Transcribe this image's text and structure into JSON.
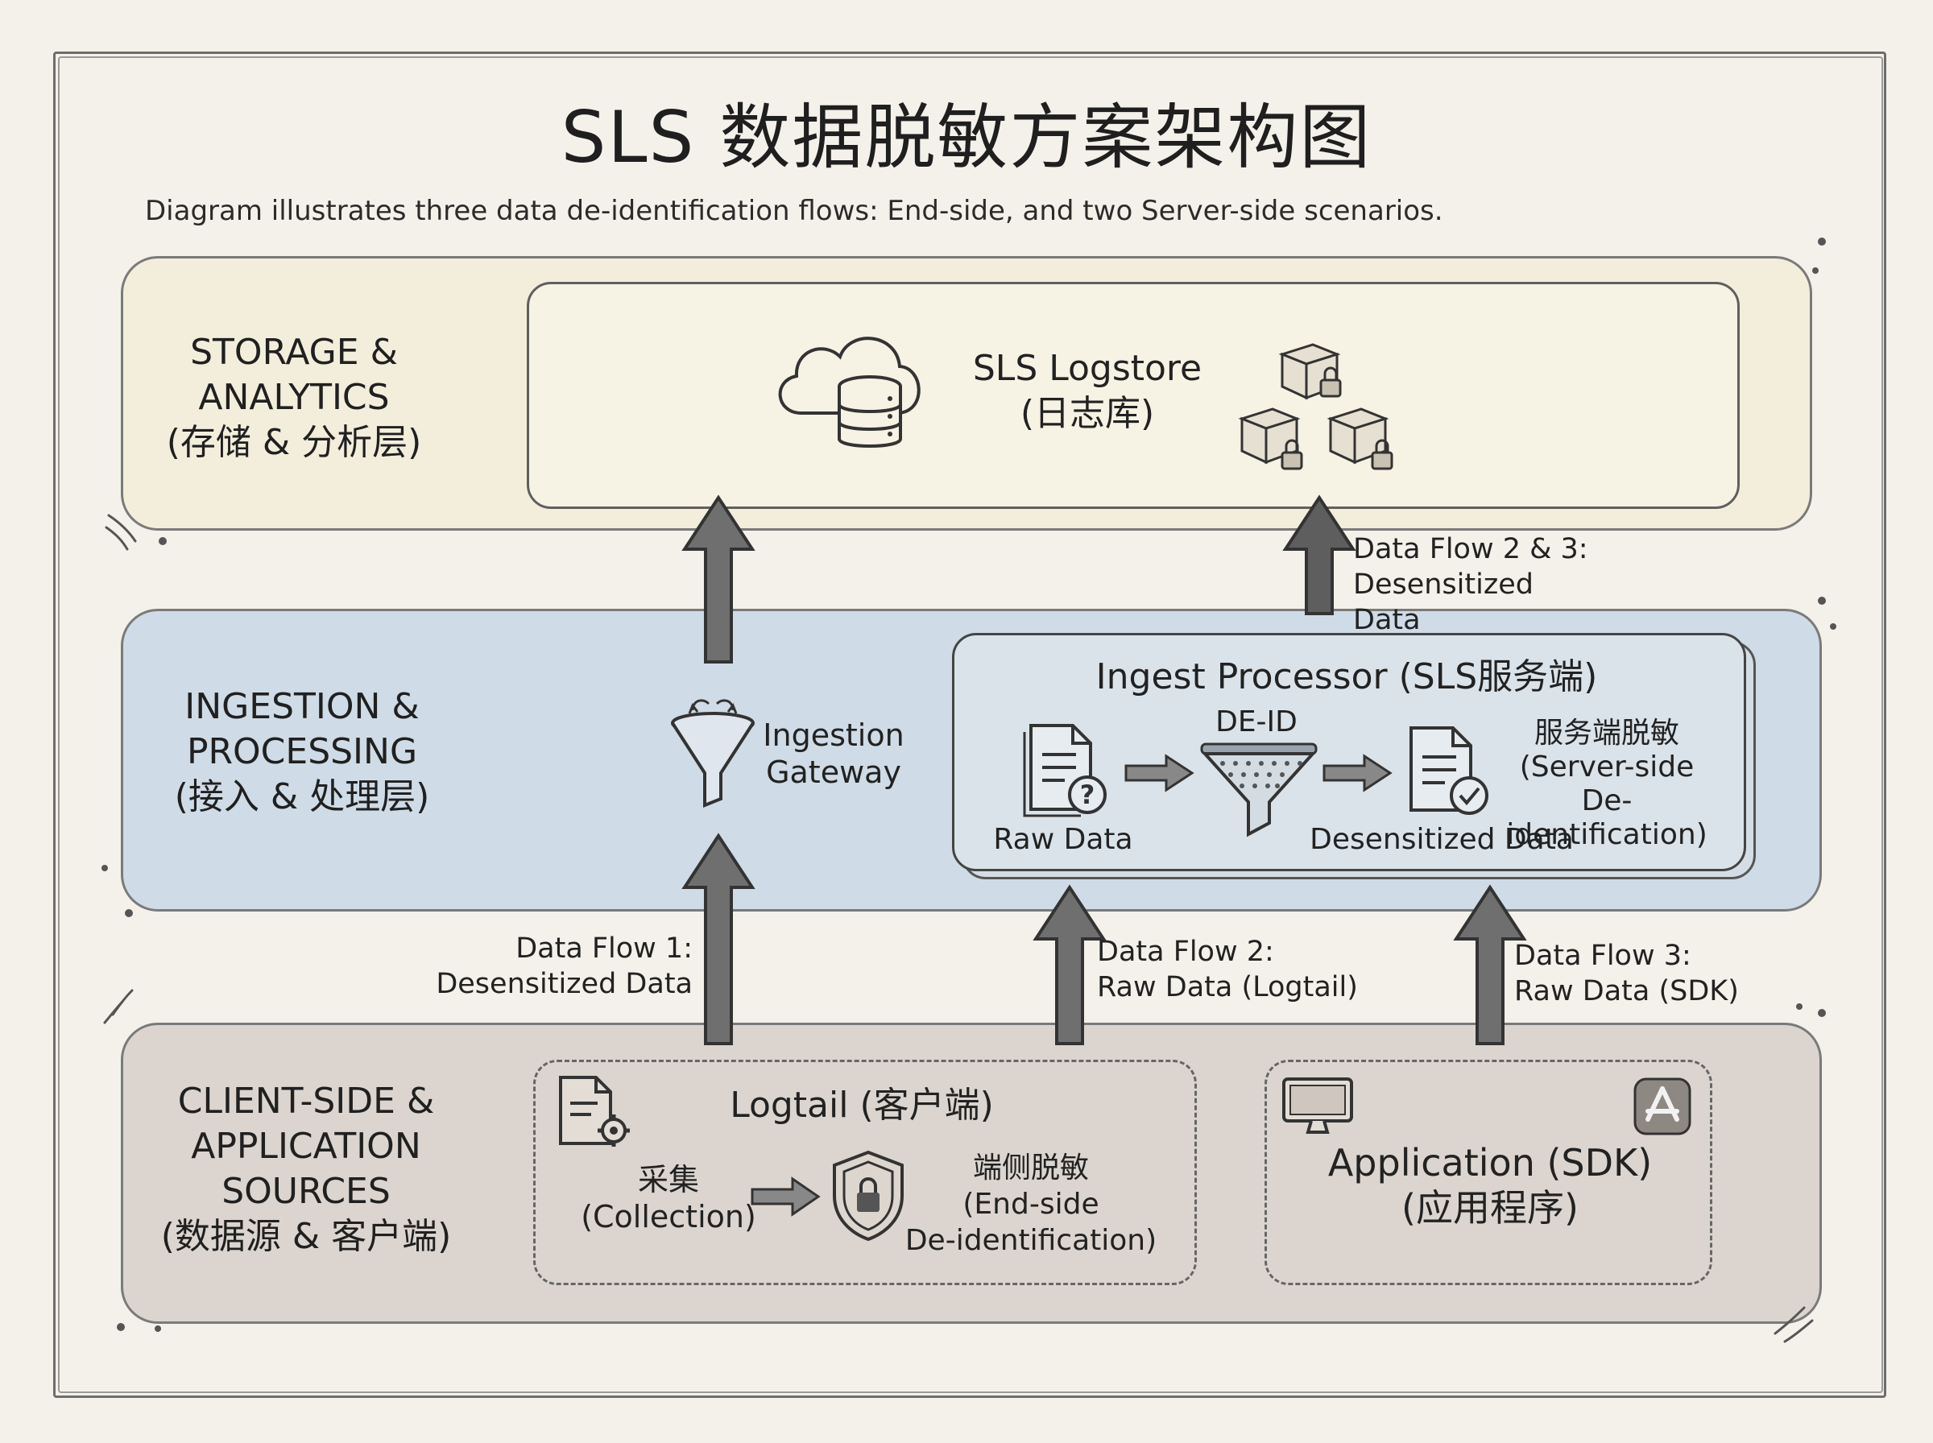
{
  "title": "SLS 数据脱敏方案架构图",
  "subtitle": "Diagram illustrates three data de-identification flows: End-side, and two Server-side scenarios.",
  "layers": {
    "storage": {
      "line1": "STORAGE &",
      "line2": "ANALYTICS",
      "line3": "(存储 & 分析层)"
    },
    "ingestion": {
      "line1": "INGESTION &",
      "line2": "PROCESSING",
      "line3": "(接入 & 处理层)"
    },
    "client": {
      "line1": "CLIENT-SIDE &",
      "line2": "APPLICATION",
      "line3": "SOURCES",
      "line4": "(数据源 & 客户端)"
    }
  },
  "logstore": {
    "line1": "SLS Logstore",
    "line2": "(日志库)"
  },
  "gateway": {
    "line1": "Ingestion",
    "line2": "Gateway"
  },
  "processor": {
    "title": "Ingest Processor (SLS服务端)",
    "deid": "DE-ID",
    "raw": "Raw Data",
    "desensitized": "Desensitized Data",
    "server_line1": "服务端脱敏",
    "server_line2": "(Server-side",
    "server_line3": "De-identification)"
  },
  "flows": {
    "top": {
      "line1": "Data Flow 2 & 3:",
      "line2": "Desensitized Data"
    },
    "flow1": {
      "line1": "Data Flow 1:",
      "line2": "Desensitized Data"
    },
    "flow2": {
      "line1": "Data Flow 2:",
      "line2": "Raw Data (Logtail)"
    },
    "flow3": {
      "line1": "Data Flow 3:",
      "line2": "Raw Data (SDK)"
    }
  },
  "logtail": {
    "title": "Logtail (客户端)",
    "collect_line1": "采集",
    "collect_line2": "(Collection)",
    "end_line1": "端侧脱敏",
    "end_line2": "(End-side",
    "end_line3": "De-identification)"
  },
  "application": {
    "line1": "Application (SDK)",
    "line2": "(应用程序)"
  },
  "colors": {
    "storage_fill": "#f3eedc",
    "ingestion_fill": "#cfdbe6",
    "client_fill": "#dcd5cf",
    "arrow_fill": "#6e6e6e",
    "stroke": "#4a4a4a"
  },
  "icons": [
    "cloud-database-icon",
    "locked-boxes-icon",
    "funnel-icon",
    "document-question-icon",
    "filter-icon",
    "document-check-icon",
    "document-gear-icon",
    "shield-lock-icon",
    "monitor-icon",
    "app-store-icon"
  ]
}
